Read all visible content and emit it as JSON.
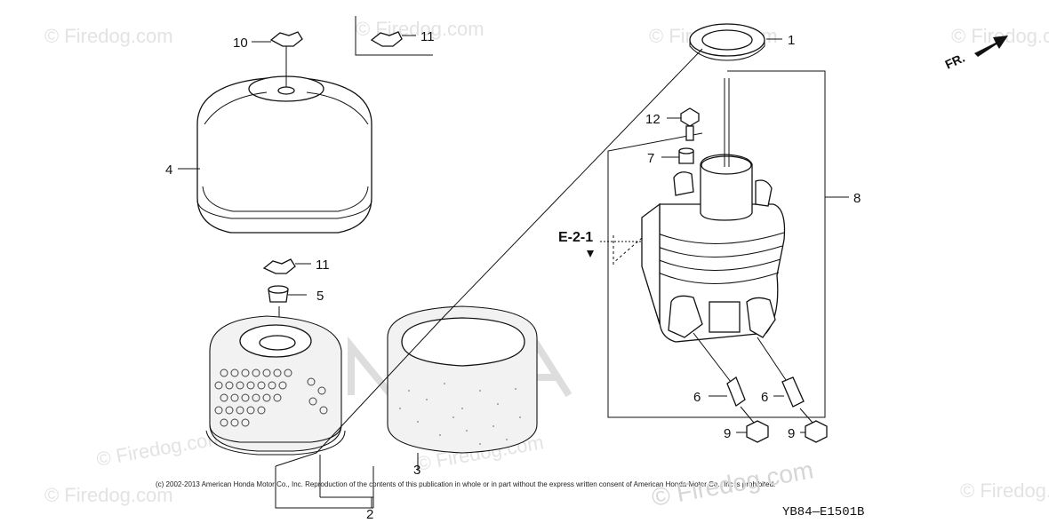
{
  "watermarks": [
    "© Firedog.com",
    "© Firedog.com",
    "© Firedog.com",
    "© Firedog.com",
    "© Firedog.com",
    "© Firedog.com",
    "© Firedog.com",
    "© Firedog.com"
  ],
  "brand_watermark": "© Firedog.com",
  "direction_label": "FR.",
  "reference_label": "E-2-1",
  "callouts": {
    "c1": "1",
    "c2": "2",
    "c3": "3",
    "c4": "4",
    "c5": "5",
    "c6a": "6",
    "c6b": "6",
    "c7": "7",
    "c8": "8",
    "c9a": "9",
    "c9b": "9",
    "c10": "10",
    "c11a": "11",
    "c11b": "11",
    "c12": "12"
  },
  "copyright": "(c) 2002-2013 American Honda Motor Co., Inc. Reproduction of the contents of this publication in whole or in part without the express written consent of American Honda Motor Co., Inc is prohibited.",
  "diagram_code": "YB84—E1501B"
}
